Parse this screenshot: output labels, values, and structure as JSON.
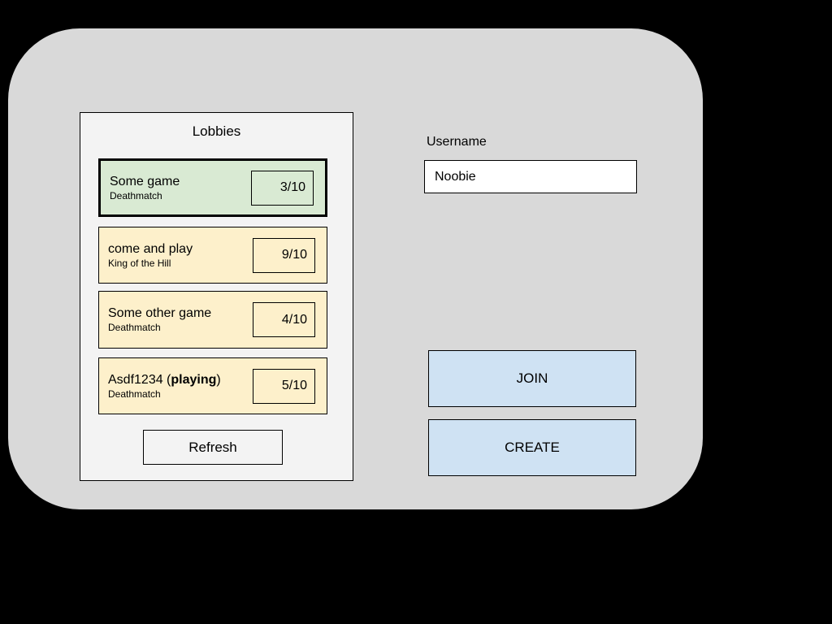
{
  "lobbies": {
    "title": "Lobbies",
    "refresh_label": "Refresh",
    "items": [
      {
        "title_pre": "Some game",
        "title_bold": "",
        "title_post": "",
        "mode": "Deathmatch",
        "count": "3/10",
        "selected": true
      },
      {
        "title_pre": "come and play",
        "title_bold": "",
        "title_post": "",
        "mode": "King of the Hill",
        "count": "9/10",
        "selected": false
      },
      {
        "title_pre": "Some other game",
        "title_bold": "",
        "title_post": "",
        "mode": "Deathmatch",
        "count": "4/10",
        "selected": false
      },
      {
        "title_pre": "Asdf1234 (",
        "title_bold": "playing",
        "title_post": ")",
        "mode": "Deathmatch",
        "count": "5/10",
        "selected": false
      }
    ]
  },
  "username": {
    "label": "Username",
    "value": "Noobie"
  },
  "buttons": {
    "join": "JOIN",
    "create": "CREATE"
  },
  "colors": {
    "stage_bg": "#d9d9d9",
    "panel_bg": "#f3f3f3",
    "selected_lobby_bg": "#d9ead3",
    "lobby_bg": "#fdf0cb",
    "action_button_bg": "#cfe2f3"
  }
}
